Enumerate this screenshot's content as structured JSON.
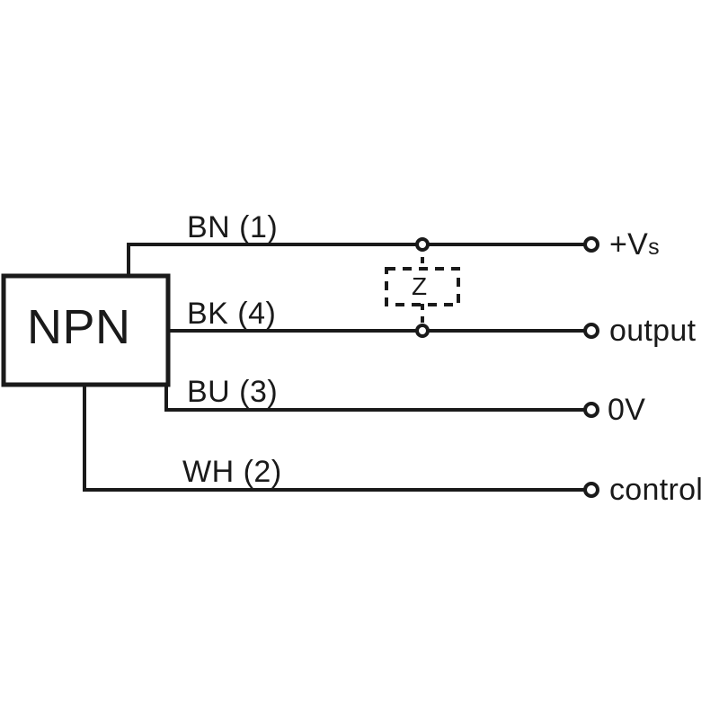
{
  "diagram": {
    "title": "NPN sensor wiring diagram",
    "device": {
      "label": "NPN",
      "type": "sensor-output-stage"
    },
    "colors": {
      "line": "#1a1a1a",
      "background": "#ffffff",
      "fill": "#ffffff"
    },
    "protection": {
      "label": "Z",
      "name": "zener-protection-element",
      "style": "dashed-optional"
    },
    "wires": [
      {
        "code": "BN",
        "pin": "1",
        "label": "BN (1)",
        "terminal": "+Vs",
        "terminal_text": "+V",
        "terminal_sub": "s",
        "name": "brown-wire-pin-1"
      },
      {
        "code": "BK",
        "pin": "4",
        "label": "BK (4)",
        "terminal": "output",
        "terminal_text": "output",
        "terminal_sub": "",
        "name": "black-wire-pin-4"
      },
      {
        "code": "BU",
        "pin": "3",
        "label": "BU (3)",
        "terminal": "0V",
        "terminal_text": "0V",
        "terminal_sub": "",
        "name": "blue-wire-pin-3"
      },
      {
        "code": "WH",
        "pin": "2",
        "label": "WH (2)",
        "terminal": "control",
        "terminal_text": "control",
        "terminal_sub": "",
        "name": "white-wire-pin-2"
      }
    ],
    "junctions": [
      {
        "name": "junction-supply",
        "on_wire": "BN (1)"
      },
      {
        "name": "junction-output",
        "on_wire": "BK (4)"
      }
    ]
  }
}
